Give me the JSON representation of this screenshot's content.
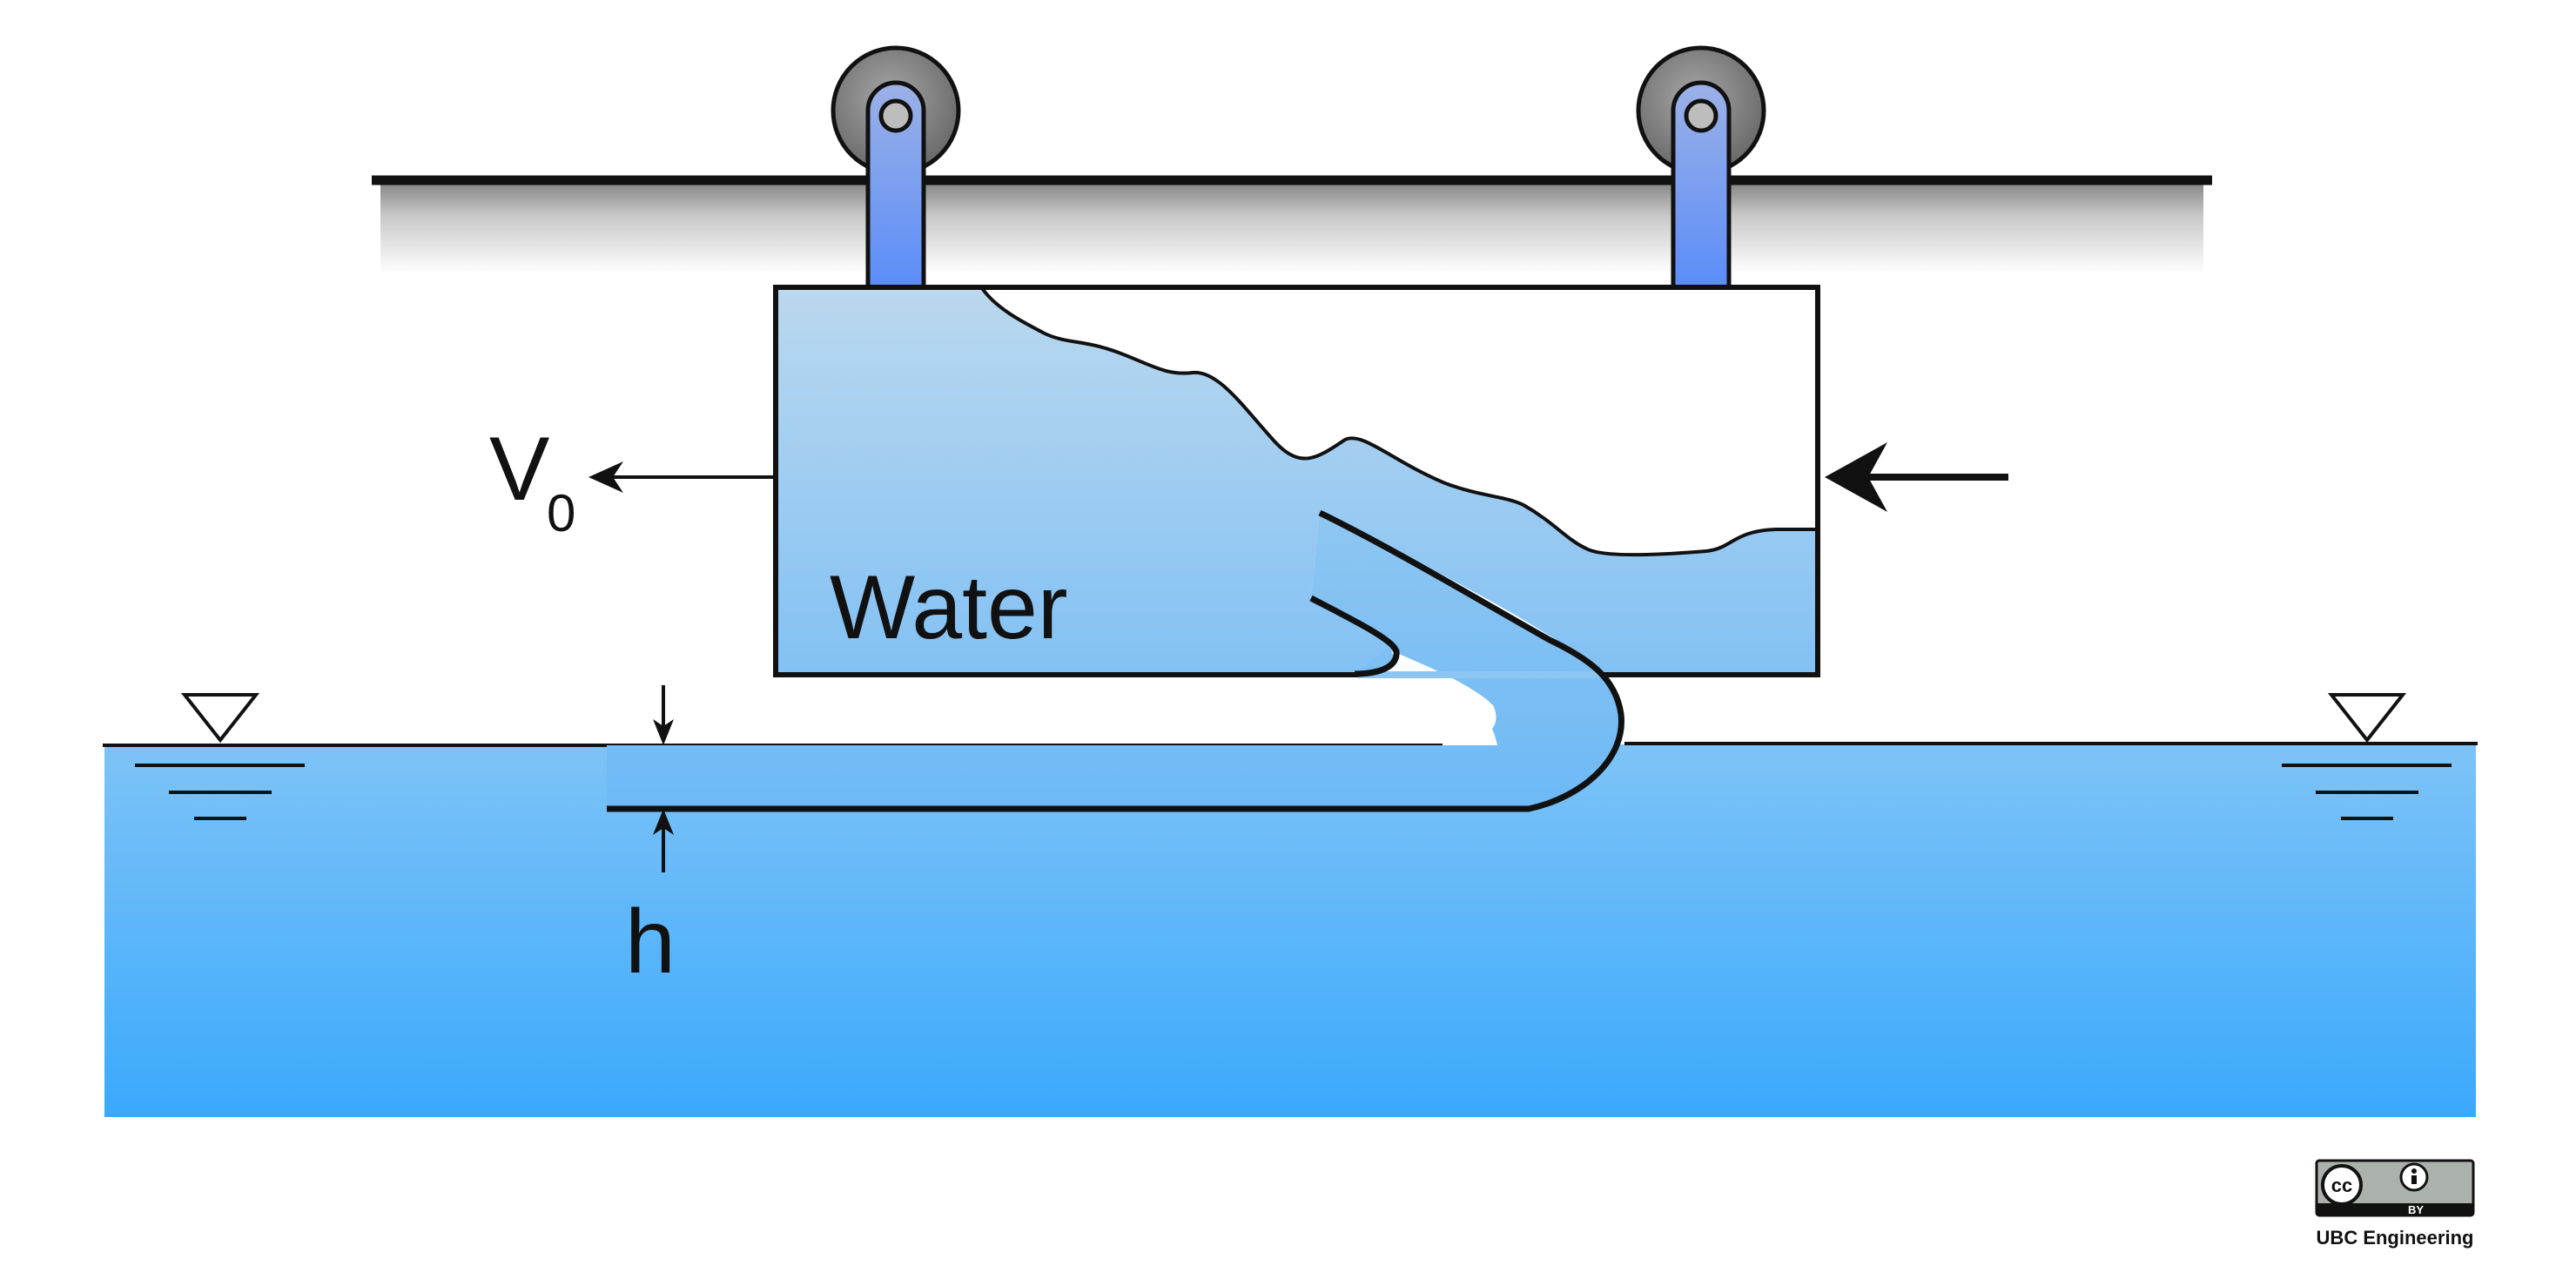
{
  "labels": {
    "water": "Water",
    "velocity_symbol": "V",
    "velocity_subscript": "0",
    "depth_symbol": "h"
  },
  "license": {
    "badge_left": "cc",
    "badge_right": "BY",
    "credit": "UBC Engineering"
  },
  "colors": {
    "water_top": "#7ec3f7",
    "water_bottom": "#3aa9fc",
    "tank_top": "#b9d8ee",
    "tank_bottom": "#8dc6f2",
    "bracket_top": "#97aee8",
    "bracket_bottom": "#5a8ef8",
    "wheel": "#808080",
    "outline": "#111111"
  },
  "icons": [
    "free-surface-symbol",
    "wheel",
    "license-badge"
  ]
}
